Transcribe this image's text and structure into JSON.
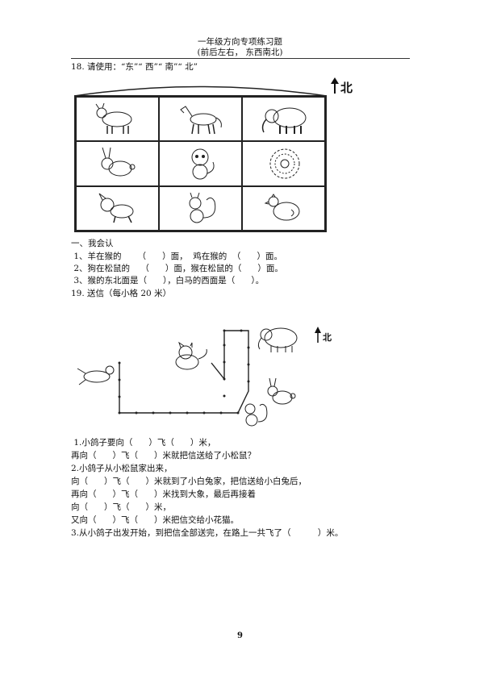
{
  "header": {
    "title": "一年级方向专项练习题",
    "subtitle": "(前后左右，   东西南北)"
  },
  "q18": {
    "prompt": "18. 请使用：“东”“ 西”“ 南”“ 北”",
    "north_label": "北",
    "animals": [
      "goat-icon",
      "horse-icon",
      "elephant-icon",
      "rabbit-icon",
      "monkey-icon",
      "peacock-icon",
      "dog-icon",
      "squirrel-icon",
      "chicken-icon"
    ]
  },
  "section1": {
    "title": "一、我会认",
    "lines": [
      " 1、羊在猴的      （      ）面，  鸡在猴的  （      ）面。",
      " 2、狗在松鼠的    （      ）面，猴在松鼠的（      ）面。",
      " 3、猴的东北面是（      ），白马的西面是（      ）。"
    ]
  },
  "q19": {
    "title": "19. 送信（每小格 20 米）",
    "north_label": "北",
    "lines": [
      " 1.小鸽子要向（      ）飞（      ）米，",
      "再向（      ）飞（      ）米就把信送给了小松鼠？",
      "2.小鸽子从小松鼠家出来，",
      "向（      ）飞（      ）米就到了小白兔家，把信送给小白兔后，",
      "再向（      ）飞（      ）米找到大象，最后再接着",
      "向（      ）飞（      ）米，",
      "又向（      ）飞（      ）米把信交给小花猫。",
      "3.从小鸽子出发开始，到把信全部送完，在路上一共飞了（          ）米。"
    ]
  },
  "footer": {
    "page_number": "9"
  }
}
